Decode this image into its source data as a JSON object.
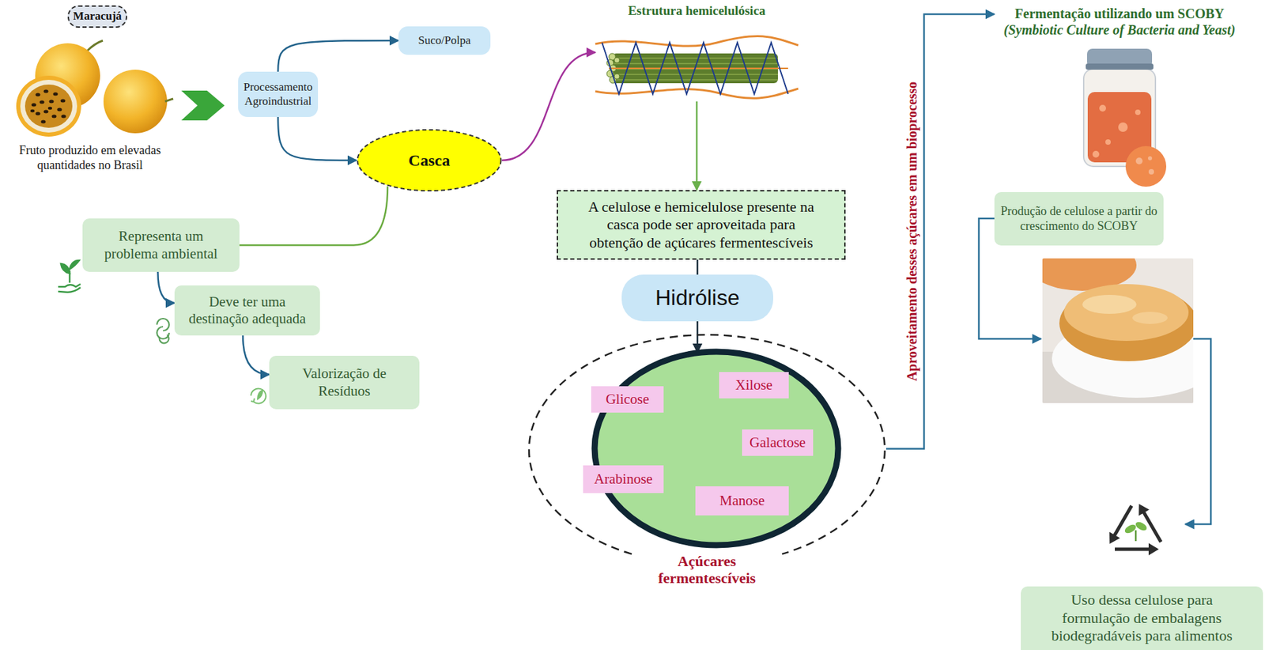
{
  "diagram": {
    "nodes": [
      {
        "text": [
          "Maracujá"
        ]
      },
      {
        "text": [
          "Suco/Polpa"
        ]
      },
      {
        "text": [
          "Processamento Agroindustrial"
        ]
      },
      {
        "text": [
          "Casca"
        ]
      },
      {
        "text": [
          "Estrutura hemicelulósica"
        ]
      },
      {
        "text": [
          "Representa um problema ambiental"
        ]
      },
      {
        "text": [
          "Deve ter uma destinação adequada"
        ]
      },
      {
        "text": [
          "Valorização de Resíduos"
        ]
      },
      {
        "text": [
          "A celulose e hemicelulose presente na casca pode ser aproveitada para obtenção de açúcares fermentescíveis"
        ]
      },
      {
        "text": [
          "Hidrólise"
        ]
      },
      {
        "text": [
          "Açúcares fermentescíveis"
        ]
      },
      {
        "text": [
          "Glicose"
        ],
        "in": 10
      },
      {
        "text": [
          "Xilose"
        ],
        "in": 10
      },
      {
        "text": [
          "Galactose"
        ],
        "in": 10
      },
      {
        "text": [
          "Arabinose"
        ],
        "in": 10
      },
      {
        "text": [
          "Manose"
        ],
        "in": 10
      },
      {
        "text": [
          "Fermentação utilizando um SCOBY",
          "(Symbiotic Culture of Bacteria and Yeast)"
        ]
      },
      {
        "text": [
          "Produção de celulose a partir do crescimento do SCOBY"
        ]
      },
      {
        "text": [
          "Uso dessa celulose para formulação de embalagens biodegradáveis para alimentos"
        ]
      }
    ],
    "edges": [
      {
        "from": 2,
        "to": 1,
        "arrow": "to"
      },
      {
        "from": 2,
        "to": 3,
        "arrow": "to"
      },
      {
        "from": 3,
        "to": 4,
        "arrow": "to"
      },
      {
        "from": 3,
        "to": 5,
        "arrow": "none"
      },
      {
        "from": 5,
        "to": 6,
        "arrow": "to"
      },
      {
        "from": 6,
        "to": 7,
        "arrow": "to"
      },
      {
        "from": 4,
        "to": 8,
        "arrow": "to"
      },
      {
        "from": 8,
        "to": 9,
        "arrow": "none"
      },
      {
        "from": 9,
        "to": 10,
        "arrow": "to"
      },
      {
        "from": 10,
        "to": 16,
        "arrow": "to",
        "label": "Aproveitamento desses açúcares em um bioprocesso"
      }
    ],
    "labels": [
      "Fruto produzido em elevadas quantidades no Brasil"
    ]
  }
}
